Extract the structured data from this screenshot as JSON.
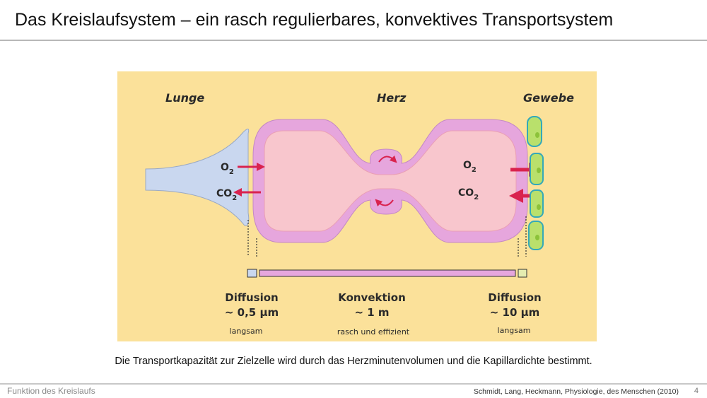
{
  "slide": {
    "title": "Das Kreislaufsystem – ein rasch regulierbares, konvektives Transportsystem",
    "caption": "Die Transportkapazität zur Zielzelle wird durch das Herzminutenvolumen und die Kapillardichte bestimmt.",
    "footer_left": "Funktion des Kreislaufs",
    "footer_right": "Schmidt, Lang, Heckmann, Physiologie, des Menschen (2010)",
    "page_number": "4"
  },
  "diagram": {
    "labels": {
      "lunge": "Lunge",
      "herz": "Herz",
      "gewebe": "Gewebe"
    },
    "gases": {
      "lung_o2": "O",
      "lung_o2_sub": "2",
      "lung_co2": "CO",
      "lung_co2_sub": "2",
      "heart_o2": "O",
      "heart_o2_sub": "2",
      "heart_co2": "CO",
      "heart_co2_sub": "2"
    },
    "segments": [
      {
        "name": "Diffusion",
        "distance": "~ 0,5 µm",
        "speed": "langsam"
      },
      {
        "name": "Konvektion",
        "distance": "~ 1 m",
        "speed": "rasch und effizient"
      },
      {
        "name": "Diffusion",
        "distance": "~ 10 µm",
        "speed": "langsam"
      }
    ],
    "colors": {
      "background": "#fbe19a",
      "lung": "#c9d7ef",
      "vessel_wall": "#e6a6dd",
      "blood": "#f8c6cd",
      "arrow": "#d9234e",
      "cells": "#b9e06c",
      "cell_border": "#34a9b9"
    }
  }
}
